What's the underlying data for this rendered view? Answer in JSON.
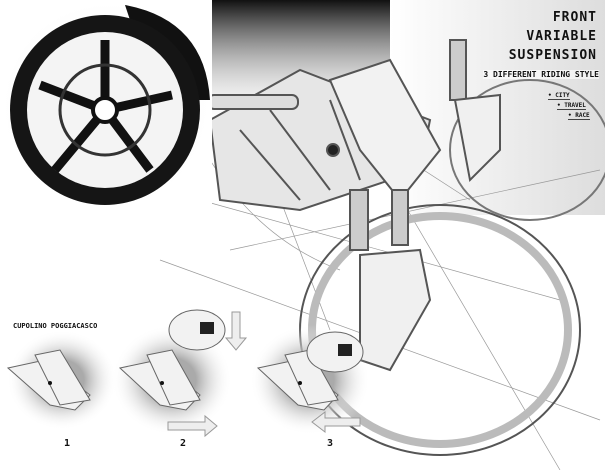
{
  "title_lines": [
    "FRONT",
    "VARIABLE",
    "SUSPENSION"
  ],
  "subtitle": "3 DIFFERENT RIDING STYLE",
  "riding_styles": [
    "• CITY",
    "• TRAVEL",
    "• RACE"
  ],
  "caption": "CUPOLINO POGGIACASCO",
  "steps": [
    "1",
    "2",
    "3"
  ]
}
